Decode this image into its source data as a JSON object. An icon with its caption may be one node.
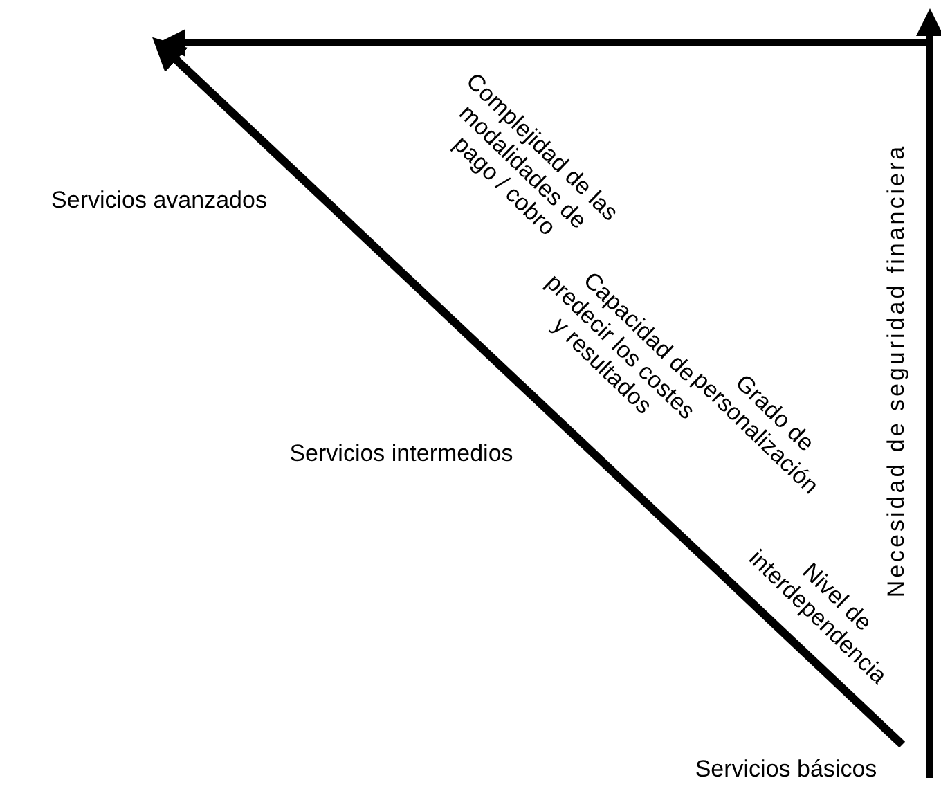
{
  "diagram": {
    "labels": [
      "Servicios avanzados",
      "Complejidad de las modalidades de pago / cobro",
      "Capacidad de predecir los costes y resultados",
      "Grado de personalización",
      "Servicios intermedios",
      "Nivel de interdependencia",
      "Necesidad de seguridad financiera",
      "Servicios básicos"
    ]
  }
}
